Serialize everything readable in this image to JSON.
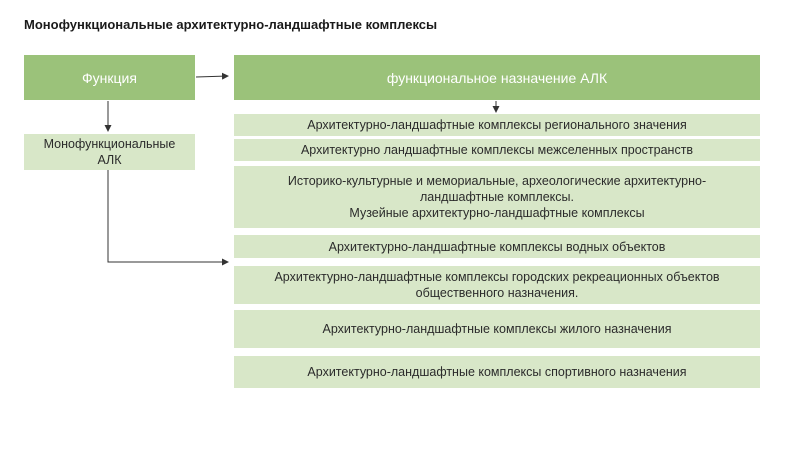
{
  "title": "Монофункциональные архитектурно-ландшафтные комплексы",
  "nodes": {
    "function": "Функция",
    "mono": "Монофункциональные АЛК",
    "purpose": "функциональное назначение АЛК"
  },
  "items": [
    "Архитектурно-ландшафтные комплексы регионального значения",
    "Архитектурно ландшафтные комплексы межселенных пространств",
    "Историко-культурные и мемориальные, археологические архитектурно-ландшафтные комплексы.\nМузейные архитектурно-ландшафтные комплексы",
    "Архитектурно-ландшафтные комплексы  водных объектов",
    "Архитектурно-ландшафтные комплексы городских рекреационных объектов общественного назначения.",
    "Архитектурно-ландшафтные комплексы жилого назначения",
    "Архитектурно-ландшафтные комплексы  спортивного назначения"
  ],
  "colors": {
    "dark": "#9bc27a",
    "light": "#d8e7c8",
    "arrow": "#333333"
  }
}
